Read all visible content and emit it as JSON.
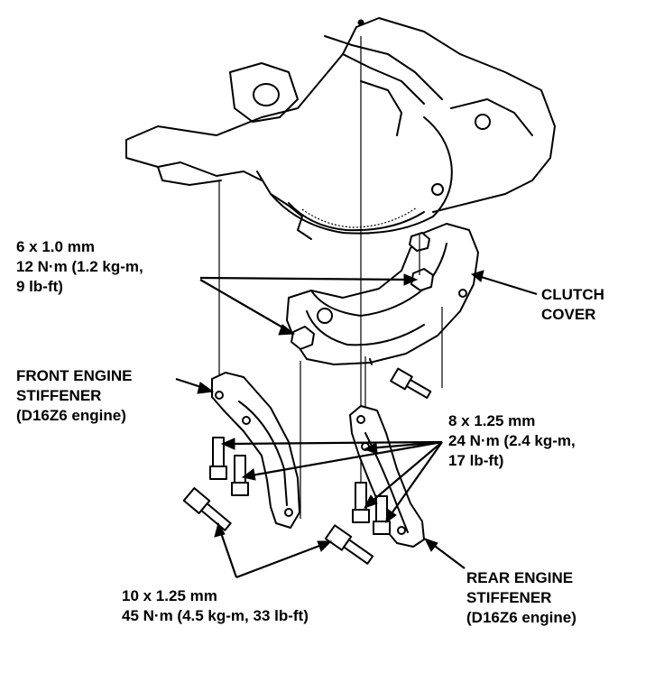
{
  "labels": {
    "bolt_6x1_0": [
      "6 x 1.0 mm",
      "12 N·m (1.2 kg-m,",
      "9 lb-ft)"
    ],
    "clutch_cover": [
      "CLUTCH",
      "COVER"
    ],
    "front_stiffener": [
      "FRONT ENGINE",
      "STIFFENER",
      "(D16Z6 engine)"
    ],
    "bolt_8x1_25": [
      "8 x 1.25 mm",
      "24 N·m (2.4 kg-m,",
      "17 lb-ft)"
    ],
    "bolt_10x1_25": [
      "10 x 1.25 mm",
      "45 N·m (4.5 kg-m, 33 lb-ft)"
    ],
    "rear_stiffener": [
      "REAR ENGINE",
      "STIFFENER",
      "(D16Z6 engine)"
    ]
  },
  "colors": {
    "ink": "#000000",
    "paper": "#ffffff"
  }
}
